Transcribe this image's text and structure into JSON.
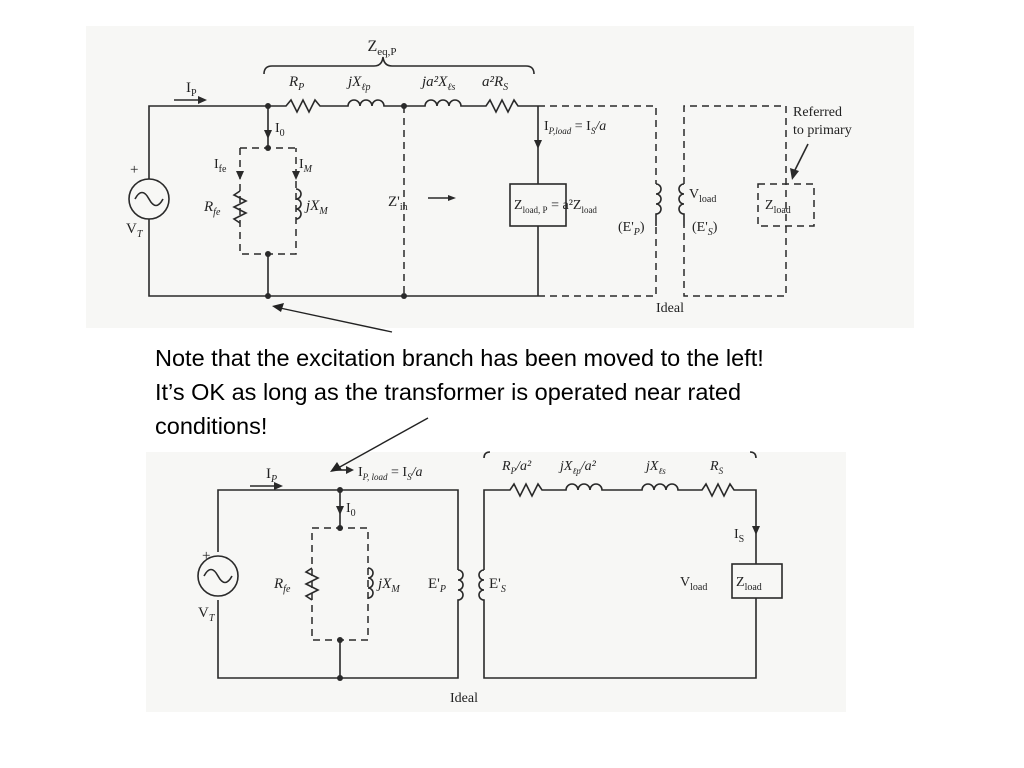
{
  "top_diagram": {
    "zeq_p": {
      "main": "Z",
      "sub": "eq,P"
    },
    "i_p": {
      "main": "I",
      "sub": "P"
    },
    "r_p": {
      "main": "R",
      "sub": "P"
    },
    "jx_lp": {
      "main": "jX",
      "sub": "ℓp"
    },
    "ja2x_ls": {
      "main": "ja²X",
      "sub": "ℓs"
    },
    "a2_rs": {
      "main": "a²R",
      "sub": "S"
    },
    "i_0": {
      "main": "I",
      "sub": "0"
    },
    "i_fe": {
      "main": "I",
      "sub": "fe"
    },
    "i_m": {
      "main": "I",
      "sub": "M"
    },
    "r_fe": {
      "main": "R",
      "sub": "fe"
    },
    "jx_m": {
      "main": "jX",
      "sub": "M"
    },
    "v_t": {
      "main": "V",
      "sub": "T"
    },
    "plus": "+",
    "z_in": {
      "main": "Z'",
      "sub": "in"
    },
    "i_p_load": {
      "main": "I",
      "sub": "P,load",
      "rest": " = I",
      "sub2": "S",
      "tail": "/a"
    },
    "z_load_p": {
      "main": "Z",
      "sub": "load, P",
      "rest": " = a²Z",
      "sub2": "load"
    },
    "e_p": {
      "pre": "(E'",
      "sub": "P",
      "post": ")"
    },
    "v_load": {
      "main": "V",
      "sub": "load"
    },
    "e_s": {
      "pre": "(E'",
      "sub": "S",
      "post": ")"
    },
    "z_load": {
      "main": "Z",
      "sub": "load"
    },
    "referred_line1": "Referred",
    "referred_line2": "to primary",
    "ideal": "Ideal"
  },
  "note": {
    "line1": "Note that the excitation branch has been moved to the left!",
    "line2": "It’s OK as long as the transformer is operated near rated",
    "line3": "conditions!"
  },
  "bottom_diagram": {
    "i_p": {
      "main": "I",
      "sub": "P"
    },
    "i_p_load": {
      "main": "I",
      "sub": "P, load",
      "rest": " = I",
      "sub2": "S",
      "tail": "/a"
    },
    "i_0": {
      "main": "I",
      "sub": "0"
    },
    "r_fe": {
      "main": "R",
      "sub": "fe"
    },
    "jx_m": {
      "main": "jX",
      "sub": "M"
    },
    "e_p": {
      "main": "E'",
      "sub": "P"
    },
    "e_s": {
      "main": "E'",
      "sub": "S"
    },
    "v_t": {
      "main": "V",
      "sub": "T"
    },
    "plus": "+",
    "rp_a2": {
      "main": "R",
      "sub": "P",
      "tail": "/a²"
    },
    "jxlp_a2": {
      "main": "jX",
      "sub": "ℓp",
      "tail": "/a²"
    },
    "jx_ls": {
      "main": "jX",
      "sub": "ℓs"
    },
    "r_s": {
      "main": "R",
      "sub": "S"
    },
    "i_s": {
      "main": "I",
      "sub": "S"
    },
    "v_load": {
      "main": "V",
      "sub": "load"
    },
    "z_load": {
      "main": "Z",
      "sub": "load"
    },
    "ideal": "Ideal"
  }
}
